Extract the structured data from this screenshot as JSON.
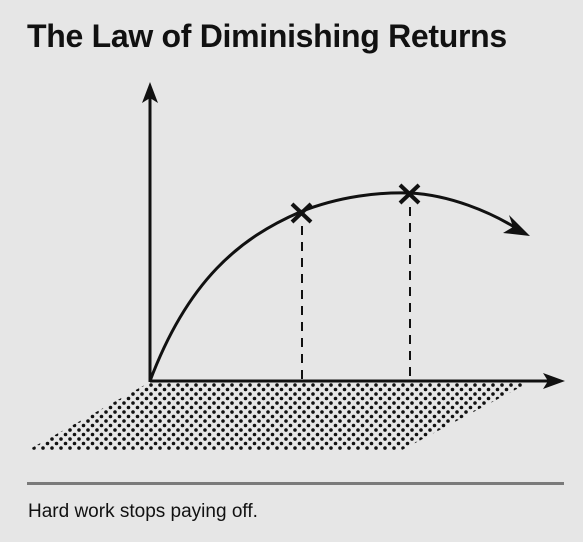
{
  "header": {
    "title": "The Law of Diminishing Returns"
  },
  "footer": {
    "caption": "Hard work stops paying off."
  },
  "diagram": {
    "markers": [
      "x-mark",
      "x-mark"
    ],
    "colors": {
      "background": "#e6e6e6",
      "ink": "#111111",
      "divider": "#7a7a7a"
    }
  }
}
